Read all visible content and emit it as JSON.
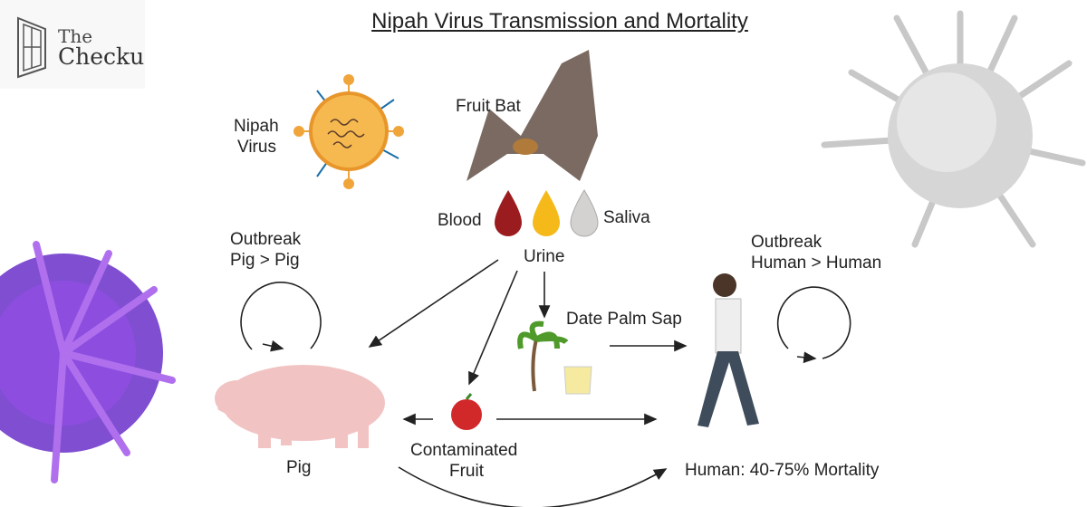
{
  "title": "Nipah Virus Transmission and Mortality",
  "logo": {
    "line1": "The",
    "line2": "Checku"
  },
  "labels": {
    "nipah_virus_1": "Nipah",
    "nipah_virus_2": "Virus",
    "fruit_bat": "Fruit Bat",
    "blood": "Blood",
    "saliva": "Saliva",
    "urine": "Urine",
    "outbreak_pig_1": "Outbreak",
    "outbreak_pig_2": "Pig > Pig",
    "outbreak_human_1": "Outbreak",
    "outbreak_human_2": "Human > Human",
    "date_palm_sap": "Date Palm Sap",
    "pig": "Pig",
    "contaminated_1": "Contaminated",
    "contaminated_2": "Fruit",
    "human": "Human: 40-75% Mortality"
  },
  "colors": {
    "blood": "#9b1c1f",
    "urine": "#f5b91a",
    "saliva": "#d4d2d1",
    "virus": "#f0a53a",
    "pig": "#f2c3c3"
  }
}
